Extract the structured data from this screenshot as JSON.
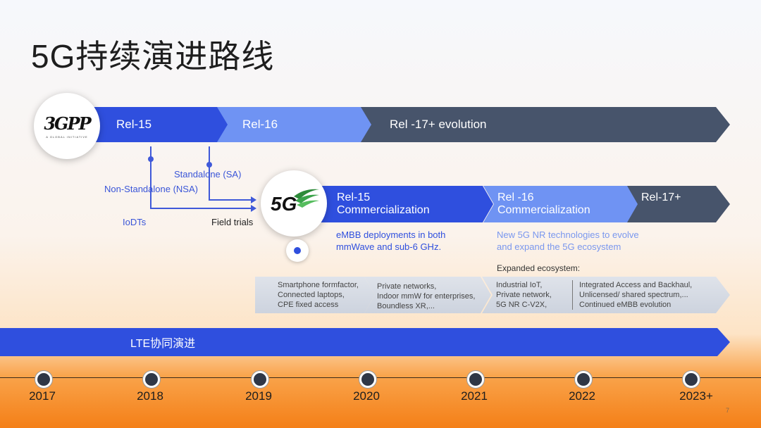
{
  "title": "5G持续演进路线",
  "logo_3gpp": {
    "text": "3GPP",
    "tagline": "A GLOBAL INITIATIVE"
  },
  "logo_5g": {
    "text": "5G"
  },
  "top_row": [
    "Rel-15",
    "Rel-16",
    "Rel -17+ evolution"
  ],
  "branches": {
    "sa": "Standalone (SA)",
    "nsa": "Non-Standalone (NSA)",
    "iodts": "IoDTs",
    "field_trials": "Field trials"
  },
  "mid_row": {
    "a_line1": "Rel-15",
    "a_line2": "Commercialization",
    "b_line1": "Rel -16",
    "b_line2": "Commercialization",
    "c": "Rel-17+"
  },
  "descriptions": {
    "embb_1": "eMBB deployments in both",
    "embb_2": "mmWave and sub-6 GHz.",
    "nr_1": "New 5G NR technologies to evolve",
    "nr_2": "and expand the 5G ecosystem",
    "expanded": "Expanded ecosystem:"
  },
  "gray_row": {
    "g1": [
      "Smartphone formfactor,",
      "Connected laptops,",
      "CPE fixed access"
    ],
    "g2": [
      "Private networks,",
      "Indoor mmW for enterprises,",
      "Boundless XR,..."
    ],
    "g3": [
      "Industrial IoT,",
      "Private network,",
      "5G NR C-V2X,"
    ],
    "g4": [
      "Integrated Access and Backhaul,",
      "Unlicensed/ shared spectrum,...",
      "Continued eMBB evolution"
    ]
  },
  "lte_bar": "LTE协同演进",
  "years": [
    "2017",
    "2018",
    "2019",
    "2020",
    "2021",
    "2022",
    "2023+"
  ],
  "page_number": "7",
  "colors": {
    "blue": "#2f4fde",
    "light_blue": "#6f93f3",
    "navy": "#47546b",
    "orange": "#f47f17"
  }
}
